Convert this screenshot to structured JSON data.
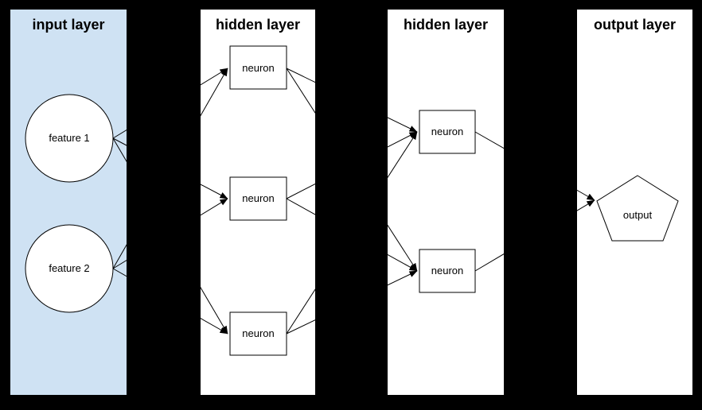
{
  "diagram": {
    "type": "neural-network",
    "background_color": "#000000",
    "stroke_color": "#000000",
    "layers": [
      {
        "title": "input layer",
        "panel_color": "#cfe2f3",
        "nodes": [
          {
            "id": "feature-1",
            "label": "feature 1",
            "shape": "circle"
          },
          {
            "id": "feature-2",
            "label": "feature 2",
            "shape": "circle"
          }
        ]
      },
      {
        "title": "hidden layer",
        "panel_color": "#ffffff",
        "nodes": [
          {
            "id": "h1-neuron-1",
            "label": "neuron",
            "shape": "rectangle"
          },
          {
            "id": "h1-neuron-2",
            "label": "neuron",
            "shape": "rectangle"
          },
          {
            "id": "h1-neuron-3",
            "label": "neuron",
            "shape": "rectangle"
          }
        ]
      },
      {
        "title": "hidden layer",
        "panel_color": "#ffffff",
        "nodes": [
          {
            "id": "h2-neuron-1",
            "label": "neuron",
            "shape": "rectangle"
          },
          {
            "id": "h2-neuron-2",
            "label": "neuron",
            "shape": "rectangle"
          }
        ]
      },
      {
        "title": "output layer",
        "panel_color": "#ffffff",
        "nodes": [
          {
            "id": "output",
            "label": "output",
            "shape": "pentagon"
          }
        ]
      }
    ],
    "edges": [
      {
        "from": "feature-1",
        "to": "h1-neuron-1"
      },
      {
        "from": "feature-1",
        "to": "h1-neuron-2"
      },
      {
        "from": "feature-1",
        "to": "h1-neuron-3"
      },
      {
        "from": "feature-2",
        "to": "h1-neuron-1"
      },
      {
        "from": "feature-2",
        "to": "h1-neuron-2"
      },
      {
        "from": "feature-2",
        "to": "h1-neuron-3"
      },
      {
        "from": "h1-neuron-1",
        "to": "h2-neuron-1"
      },
      {
        "from": "h1-neuron-1",
        "to": "h2-neuron-2"
      },
      {
        "from": "h1-neuron-2",
        "to": "h2-neuron-1"
      },
      {
        "from": "h1-neuron-2",
        "to": "h2-neuron-2"
      },
      {
        "from": "h1-neuron-3",
        "to": "h2-neuron-1"
      },
      {
        "from": "h1-neuron-3",
        "to": "h2-neuron-2"
      },
      {
        "from": "h2-neuron-1",
        "to": "output"
      },
      {
        "from": "h2-neuron-2",
        "to": "output"
      }
    ]
  }
}
